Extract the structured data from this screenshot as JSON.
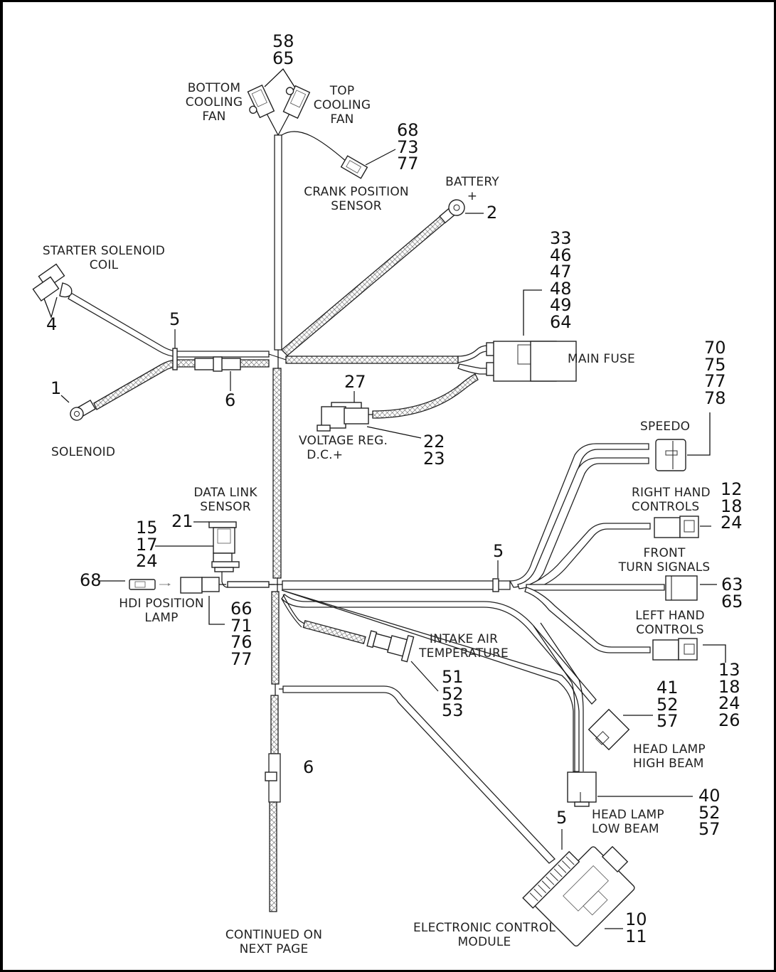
{
  "diagram": {
    "type": "wiring-harness",
    "components": {
      "cooling_fans": {
        "bottom_label": "BOTTOM\nCOOLING\nFAN",
        "top_label": "TOP\nCOOLING\nFAN",
        "refs": [
          "58",
          "65"
        ]
      },
      "crank_sensor": {
        "label": "CRANK POSITION\nSENSOR",
        "refs": [
          "68",
          "73",
          "77"
        ]
      },
      "battery": {
        "label": "BATTERY\n+",
        "refs": [
          "2"
        ]
      },
      "starter_solenoid_coil": {
        "label": "STARTER SOLENOID\nCOIL",
        "refs": [
          "4"
        ]
      },
      "main_fuse": {
        "label": "MAIN FUSE",
        "refs": [
          "33",
          "46",
          "47",
          "48",
          "49",
          "64"
        ]
      },
      "clip_upper": {
        "refs": [
          "5"
        ]
      },
      "splice_upper": {
        "refs": [
          "6"
        ]
      },
      "solenoid": {
        "label": "SOLENOID",
        "refs": [
          "1"
        ]
      },
      "voltage_reg": {
        "label": "VOLTAGE REG.\nD.C.+",
        "refs_top": [
          "27"
        ],
        "refs": [
          "22",
          "23"
        ]
      },
      "speedo": {
        "label": "SPEEDO",
        "refs": [
          "70",
          "75",
          "77",
          "78"
        ]
      },
      "right_hand_controls": {
        "label": "RIGHT HAND\nCONTROLS",
        "refs": [
          "12",
          "18",
          "24"
        ]
      },
      "data_link": {
        "label": "DATA LINK\nSENSOR",
        "refs_cap": [
          "21"
        ],
        "refs": [
          "15",
          "17",
          "24"
        ]
      },
      "hdi_lamp": {
        "label": "HDI POSITION\nLAMP",
        "refs_bulb": [
          "68"
        ],
        "refs": [
          "66",
          "71",
          "76",
          "77"
        ]
      },
      "clip_mid": {
        "refs": [
          "5"
        ]
      },
      "front_turn_signals": {
        "label": "FRONT\nTURN SIGNALS",
        "refs": [
          "63",
          "65"
        ]
      },
      "left_hand_controls": {
        "label": "LEFT HAND\nCONTROLS",
        "refs": [
          "13",
          "18",
          "24",
          "26"
        ]
      },
      "intake_air_temp": {
        "label": "INTAKE AIR\nTEMPERATURE",
        "refs": [
          "51",
          "52",
          "53"
        ]
      },
      "head_lamp_high": {
        "label": "HEAD LAMP\nHIGH BEAM",
        "refs": [
          "41",
          "52",
          "57"
        ]
      },
      "splice_lower": {
        "refs": [
          "6"
        ]
      },
      "head_lamp_low": {
        "label": "HEAD LAMP\nLOW BEAM",
        "refs": [
          "40",
          "52",
          "57"
        ]
      },
      "clip_ecm": {
        "refs": [
          "5"
        ]
      },
      "ecm": {
        "label": "ELECTRONIC CONTROL\nMODULE",
        "refs": [
          "10",
          "11"
        ]
      },
      "continued": {
        "label": "CONTINUED ON\nNEXT PAGE"
      }
    }
  }
}
